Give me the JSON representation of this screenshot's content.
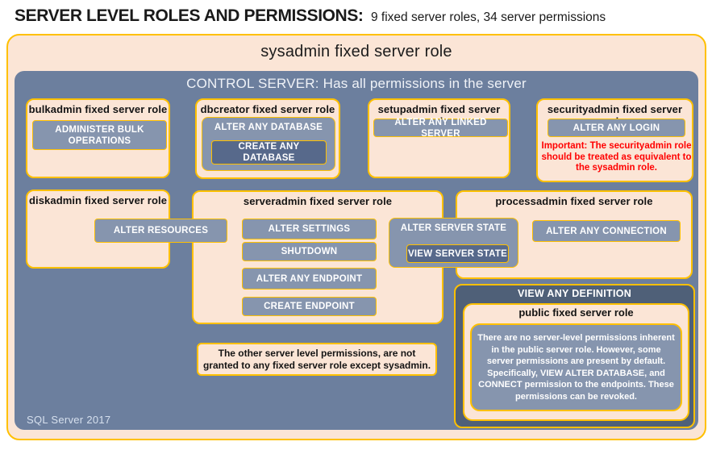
{
  "header": {
    "title": "SERVER LEVEL ROLES AND PERMISSIONS:",
    "subtitle": "9 fixed server roles, 34 server permissions"
  },
  "sysadmin_box": {
    "label": "sysadmin fixed server role"
  },
  "control_box": {
    "label": "CONTROL SERVER: Has all permissions in the server"
  },
  "roles": {
    "bulkadmin": {
      "title": "bulkadmin fixed server role",
      "permission": "ADMINISTER BULK OPERATIONS"
    },
    "dbcreator": {
      "title": "dbcreator fixed server role",
      "outer_permission": "ALTER ANY DATABASE",
      "inner_permission": "CREATE ANY DATABASE"
    },
    "setupadmin": {
      "title": "setupadmin fixed server role",
      "permission": "ALTER ANY LINKED SERVER"
    },
    "securityadmin": {
      "title": "securityadmin fixed server role",
      "permission": "ALTER ANY LOGIN",
      "warning": "Important: The securityadmin role should be treated as equivalent to the sysadmin role."
    },
    "diskadmin": {
      "title": "diskadmin fixed server role",
      "permission": "ALTER RESOURCES"
    },
    "serveradmin": {
      "title": "serveradmin fixed server role",
      "permissions": [
        "ALTER SETTINGS",
        "SHUTDOWN",
        "ALTER ANY ENDPOINT",
        "CREATE ENDPOINT"
      ],
      "outer_permission": "ALTER SERVER STATE",
      "inner_permission": "VIEW SERVER STATE"
    },
    "processadmin": {
      "title": "processadmin fixed server role",
      "permission": "ALTER ANY CONNECTION"
    },
    "public": {
      "granted_permission": "VIEW ANY DEFINITION",
      "title": "public fixed server role",
      "description": "There are no server-level permissions inherent in the public server role. However, some server permissions are present by default. Specifically, VIEW ALTER DATABASE, and CONNECT permission to the endpoints. These permissions can be revoked."
    }
  },
  "note": {
    "text": "The other server level permissions, are not granted to any fixed server role except sysadmin."
  },
  "footer": {
    "label": "SQL Server 2017"
  },
  "colors": {
    "peach": "#fbe5d6",
    "gold_border": "#ffc000",
    "control_blue": "#6c7f9e",
    "permission_pill": "#8695ae",
    "nested_permission": "#57698b",
    "definition_box": "#4f6078",
    "warning_red": "#ff0000"
  }
}
